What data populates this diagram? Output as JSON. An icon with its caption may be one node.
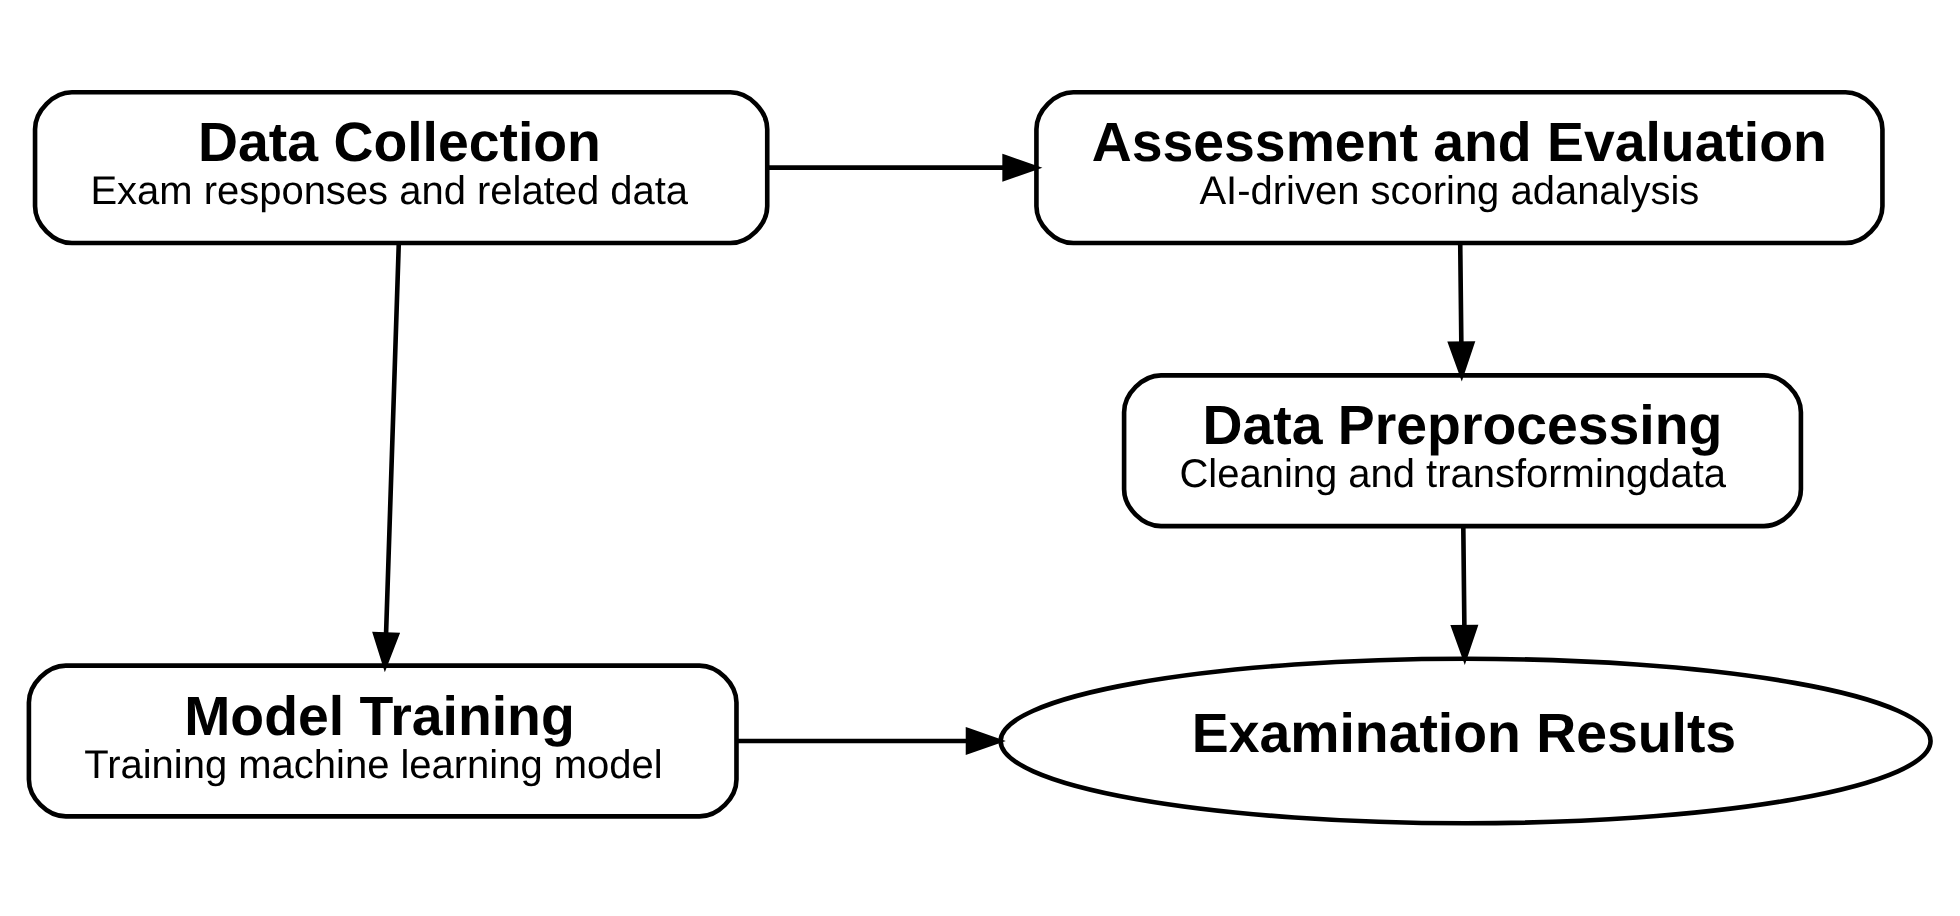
{
  "diagram": {
    "nodes": [
      {
        "text": [
          "Data Collection",
          "Exam responses and related data"
        ]
      },
      {
        "text": [
          "Assessment and Evaluation",
          "AI-driven scoring adanalysis"
        ]
      },
      {
        "text": [
          "Data Preprocessing",
          "Cleaning and transformingdata"
        ]
      },
      {
        "text": [
          "Model Training",
          "Training machine learning model"
        ]
      },
      {
        "text": [
          "Examination Results"
        ]
      }
    ],
    "edges": [
      {
        "from": 0,
        "to": 1,
        "arrow": "to"
      },
      {
        "from": 1,
        "to": 2,
        "arrow": "to"
      },
      {
        "from": 0,
        "to": 3,
        "arrow": "to"
      },
      {
        "from": 3,
        "to": 4,
        "arrow": "to"
      },
      {
        "from": 2,
        "to": 4,
        "arrow": "to"
      }
    ]
  }
}
